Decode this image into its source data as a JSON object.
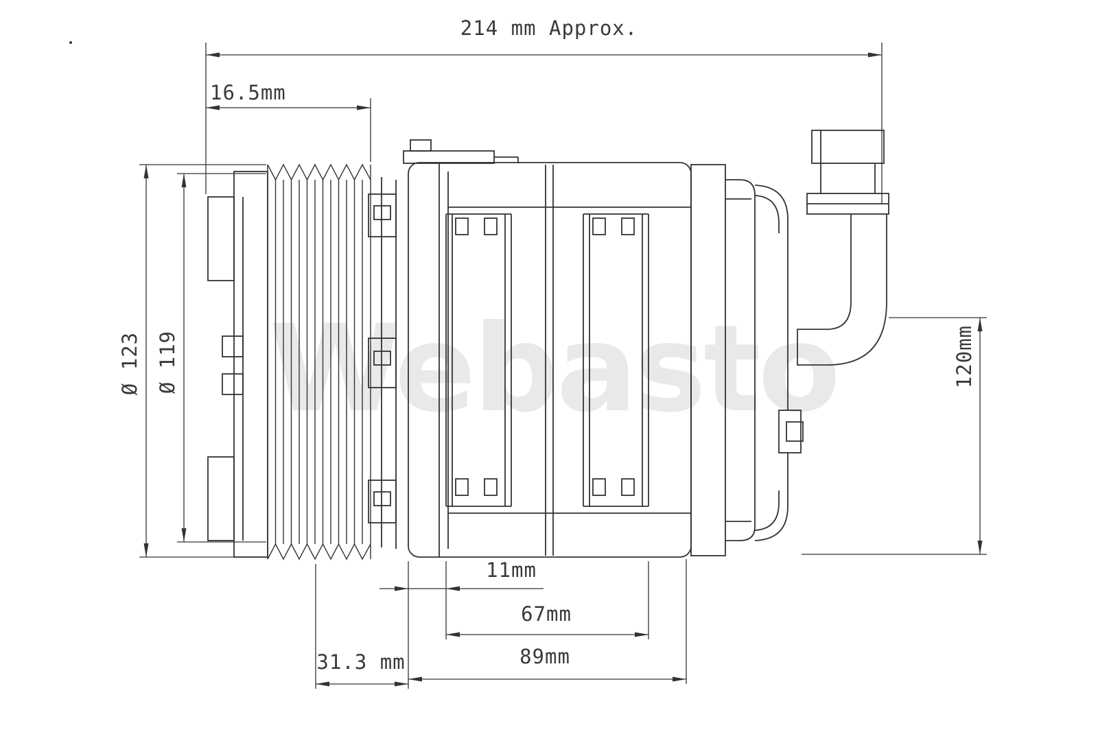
{
  "colors": {
    "background": "#ffffff",
    "line": "#333333",
    "watermark": "#e9e9e9",
    "label_text": "#3a3a3a"
  },
  "watermark": {
    "text": "Webasto"
  },
  "dimensions": {
    "overall_length": "214 mm Approx.",
    "pulley_offset": "16.5mm",
    "pulley_outer_diameter": "Ø 123",
    "pulley_pitch_diameter": "Ø 119",
    "height": "120mm",
    "port_offset": "11mm",
    "cylinder_span": "67mm",
    "body_length": "89mm",
    "pulley_depth": "31.3 mm"
  }
}
